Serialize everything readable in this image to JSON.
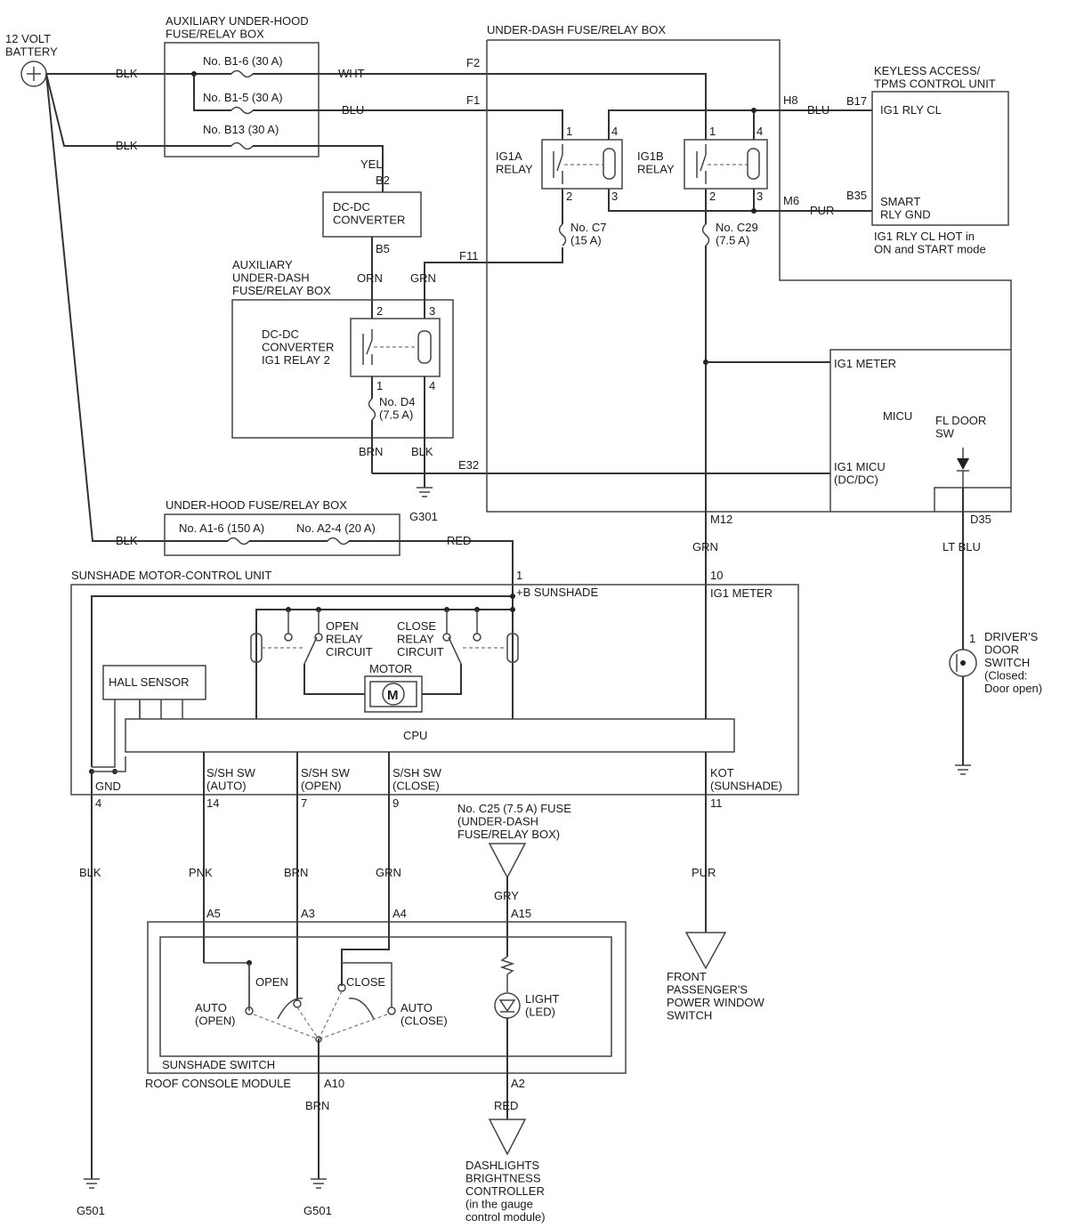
{
  "components": {
    "battery": "12 VOLT\nBATTERY",
    "aux_underhood_box": "AUXILIARY UNDER-HOOD\nFUSE/RELAY BOX",
    "fuse_b16": "No. B1-6 (30 A)",
    "fuse_b15": "No. B1-5 (30 A)",
    "fuse_b13": "No. B13 (30 A)",
    "dcdc_converter": "DC-DC\nCONVERTER",
    "aux_underdash_box": "AUXILIARY\nUNDER-DASH\nFUSE/RELAY BOX",
    "dcdc_relay": "DC-DC\nCONVERTER\nIG1 RELAY 2",
    "fuse_d4": "No. D4\n(7.5 A)",
    "underdash_box": "UNDER-DASH FUSE/RELAY BOX",
    "ig1a_relay": "IG1A\nRELAY",
    "ig1b_relay": "IG1B\nRELAY",
    "fuse_c7": "No. C7\n(15 A)",
    "fuse_c29": "No. C29\n(7.5 A)",
    "keyless_unit": "KEYLESS ACCESS/\nTPMS CONTROL UNIT",
    "ig1_rly_cl": "IG1 RLY CL",
    "smart_rly_gnd": "SMART\nRLY GND",
    "ig1_note": "IG1 RLY CL HOT in\nON and START mode",
    "ig1_meter": "IG1 METER",
    "micu": "MICU",
    "fl_door_sw": "FL DOOR\nSW",
    "ig1_micu": "IG1 MICU\n(DC/DC)",
    "underhood_box": "UNDER-HOOD FUSE/RELAY BOX",
    "fuse_a16": "No. A1-6 (150 A)",
    "fuse_a24": "No. A2-4 (20 A)",
    "sunshade_unit": "SUNSHADE MOTOR-CONTROL UNIT",
    "b_sunshade": "+B SUNSHADE",
    "ig1_meter_2": "IG1 METER",
    "open_relay": "OPEN\nRELAY\nCIRCUIT",
    "close_relay": "CLOSE\nRELAY\nCIRCUIT",
    "motor": "MOTOR",
    "motor_symbol": "M",
    "hall_sensor": "HALL SENSOR",
    "cpu": "CPU",
    "gnd": "GND",
    "sw_auto": "S/SH SW\n(AUTO)",
    "sw_open": "S/SH SW\n(OPEN)",
    "sw_close": "S/SH SW\n(CLOSE)",
    "kot": "KOT\n(SUNSHADE)",
    "fuse_c25": "No. C25 (7.5 A) FUSE\n(UNDER-DASH\nFUSE/RELAY BOX)",
    "front_pass_sw": "FRONT\nPASSENGER'S\nPOWER WINDOW\nSWITCH",
    "drivers_door_sw": "DRIVER'S\nDOOR\nSWITCH\n(Closed:\nDoor open)",
    "open_lbl": "OPEN",
    "close_lbl": "CLOSE",
    "auto_open": "AUTO\n(OPEN)",
    "auto_close": "AUTO\n(CLOSE)",
    "light_led": "LIGHT\n(LED)",
    "sunshade_switch": "SUNSHADE SWITCH",
    "roof_console": "ROOF CONSOLE MODULE",
    "dashlights": "DASHLIGHTS\nBRIGHTNESS\nCONTROLLER\n(in the gauge\ncontrol module)",
    "g301": "G301",
    "g501a": "G501",
    "g501b": "G501"
  },
  "wires": {
    "blk1": "BLK",
    "blk2": "BLK",
    "blk3": "BLK",
    "blk4": "BLK",
    "blk5": "BLK",
    "wht": "WHT",
    "blu1": "BLU",
    "blu2": "BLU",
    "yel": "YEL",
    "orn": "ORN",
    "grn1": "GRN",
    "grn2": "GRN",
    "grn3": "GRN",
    "brn1": "BRN",
    "brn2": "BRN",
    "brn3": "BRN",
    "pur1": "PUR",
    "pur2": "PUR",
    "red1": "RED",
    "red2": "RED",
    "pnk": "PNK",
    "gry": "GRY",
    "ltblu": "LT BLU"
  },
  "terminals": {
    "f2": "F2",
    "f1": "F1",
    "f11": "F11",
    "h8": "H8",
    "m6": "M6",
    "b17": "B17",
    "b35": "B35",
    "b2": "B2",
    "b5": "B5",
    "e32": "E32",
    "m12": "M12",
    "d35": "D35",
    "ig1a_1": "1",
    "ig1a_2": "2",
    "ig1a_3": "3",
    "ig1a_4": "4",
    "ig1b_1": "1",
    "ig1b_2": "2",
    "ig1b_3": "3",
    "ig1b_4": "4",
    "dc_2": "2",
    "dc_3": "3",
    "dc_1": "1",
    "dc_4": "4",
    "su_1": "1",
    "su_10": "10",
    "su_4": "4",
    "su_14": "14",
    "su_7": "7",
    "su_9": "9",
    "su_11": "11",
    "a5": "A5",
    "a3": "A3",
    "a4": "A4",
    "a15": "A15",
    "a10": "A10",
    "a2": "A2",
    "ds_1": "1"
  }
}
